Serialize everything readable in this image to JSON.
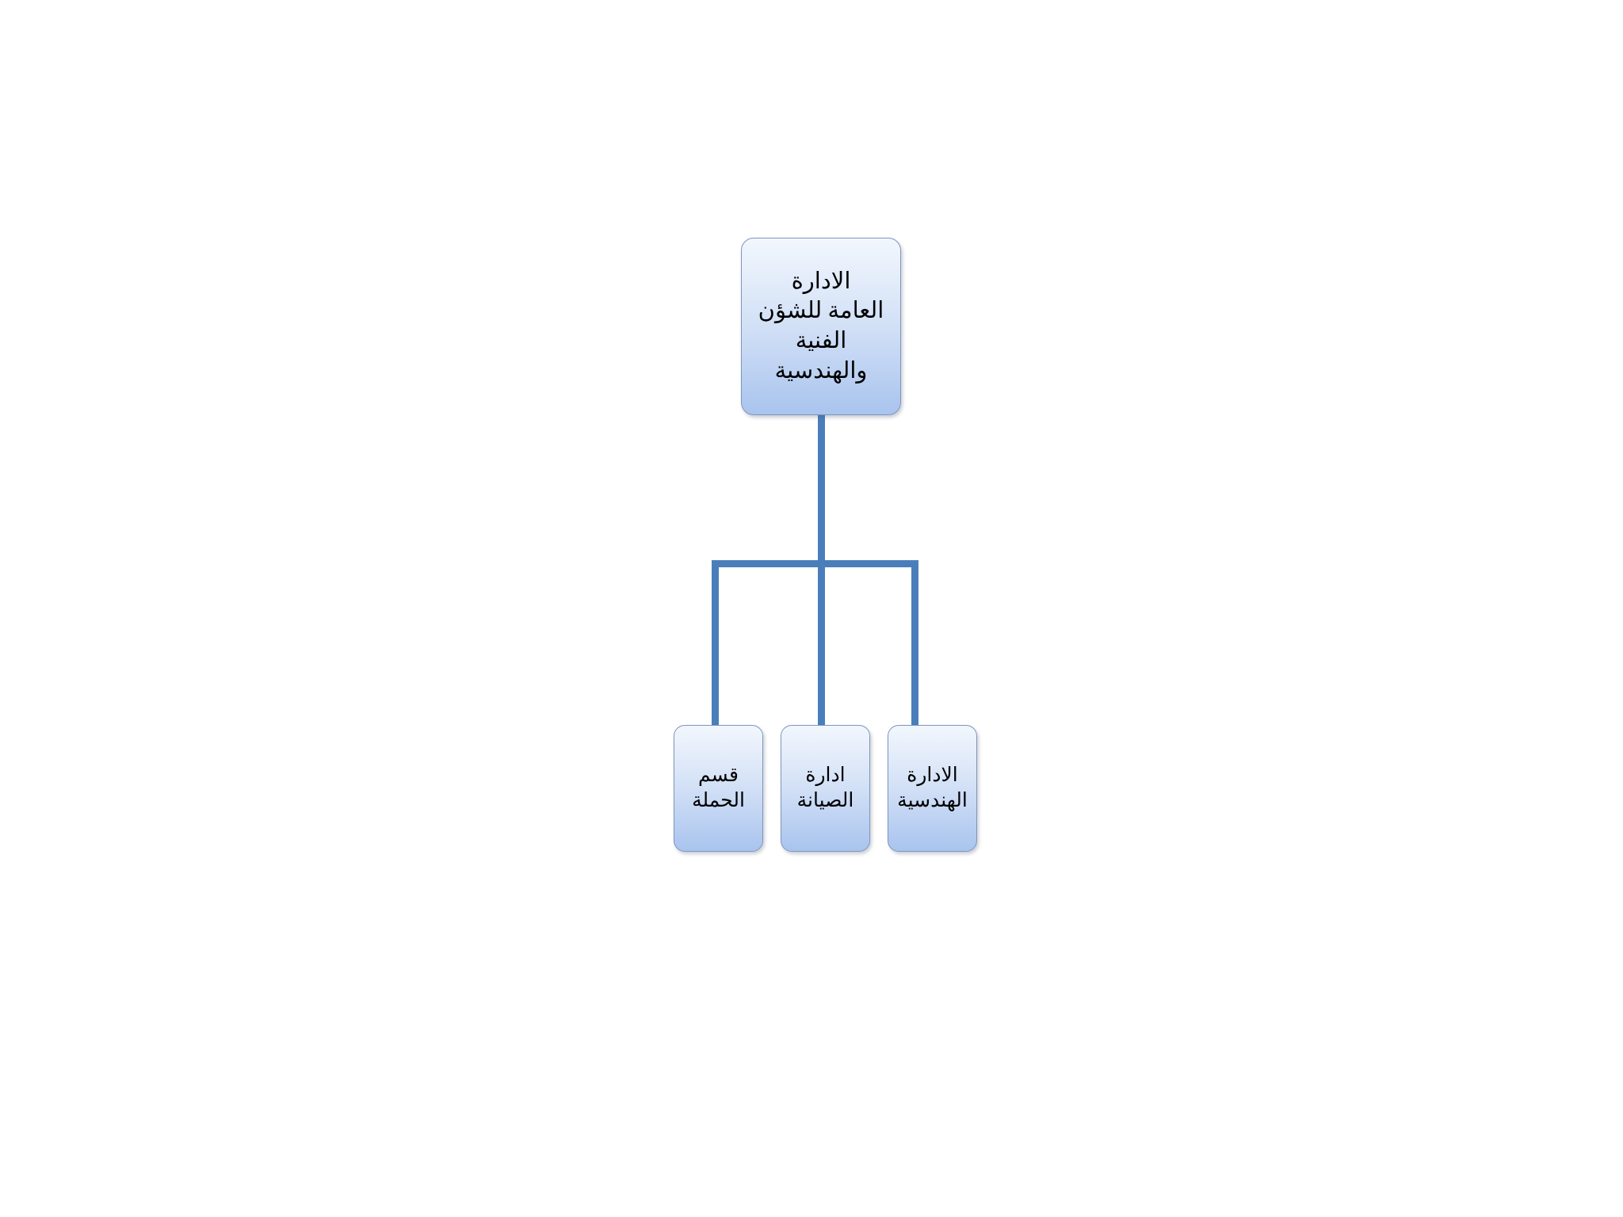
{
  "diagram": {
    "type": "organization-chart",
    "direction": "rtl",
    "background_color": "#FFFFFF",
    "connector_color": "#4A7EBB",
    "box_border_color": "#7E96BE",
    "box_gradient_top": "#F2F7FD",
    "box_gradient_bottom": "#A9C4EE",
    "text_color": "#000000",
    "root": {
      "id": "root",
      "label": "الادارة\nالعامة للشؤن\nالفنية\nوالهندسية",
      "lines": [
        "الادارة",
        "العامة للشؤن",
        "الفنية",
        "والهندسية"
      ]
    },
    "children": [
      {
        "id": "child-0",
        "label": "الادارة\nالهندسية",
        "lines": [
          "الادارة",
          "الهندسية"
        ]
      },
      {
        "id": "child-1",
        "label": "ادارة\nالصيانة",
        "lines": [
          "ادارة",
          "الصيانة"
        ]
      },
      {
        "id": "child-2",
        "label": "قسم\nالحملة",
        "lines": [
          "قسم",
          "الحملة"
        ]
      }
    ]
  }
}
